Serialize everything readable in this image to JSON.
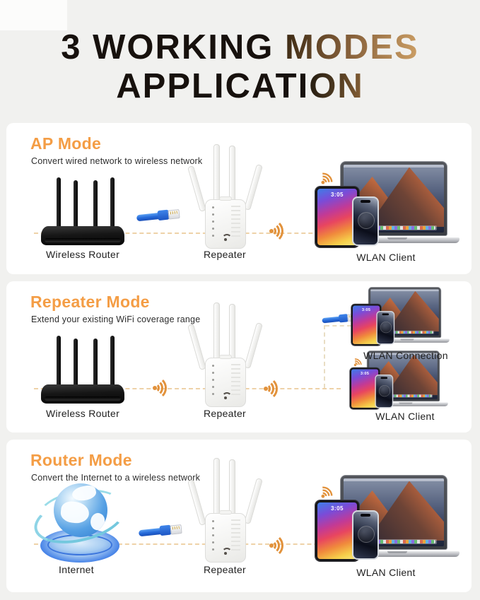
{
  "title": {
    "full": "3 WORKING MODES APPLICATION",
    "line1_dark": "3 WORKING",
    "line1_gold": "MODES",
    "line2_dark": "APPLICATI",
    "line2_gold": "ON"
  },
  "sections": [
    {
      "heading": "AP Mode",
      "subtitle": "Convert wired network to wireless network",
      "left_label": "Wireless Router",
      "mid_label": "Repeater",
      "right_label": "WLAN Client"
    },
    {
      "heading": "Repeater Mode",
      "subtitle": "Extend your existing WiFi coverage range",
      "left_label": "Wireless Router",
      "mid_label": "Repeater",
      "top_right_label": "WLAN Connection",
      "right_label": "WLAN Client"
    },
    {
      "heading": "Router Mode",
      "subtitle": "Convert the Internet to a wireless network",
      "left_label": "Internet",
      "mid_label": "Repeater",
      "right_label": "WLAN Client"
    }
  ],
  "devices": {
    "items": [
      "laptop",
      "tablet",
      "phone"
    ],
    "tablet_time": "3:05"
  },
  "icons": {
    "wifi_signal": "orange dot with radiating arcs",
    "wifi_fan": "orange wifi arcs (tilted)",
    "ethernet_cable": "blue RJ45 network cable",
    "internet_globe": "blue globe on ring base",
    "wifi_logo": "wifi mark on repeater front"
  },
  "colors": {
    "page_bg": "#F1F1EF",
    "card_bg": "#FFFFFF",
    "heading_orange": "#F49D45",
    "title_gold": "#C9A05F",
    "signal_orange": "#E2923C",
    "dash_line": "#EED2A8",
    "cable_blue": "#2468D8",
    "globe_blue": "#3F86DE"
  }
}
